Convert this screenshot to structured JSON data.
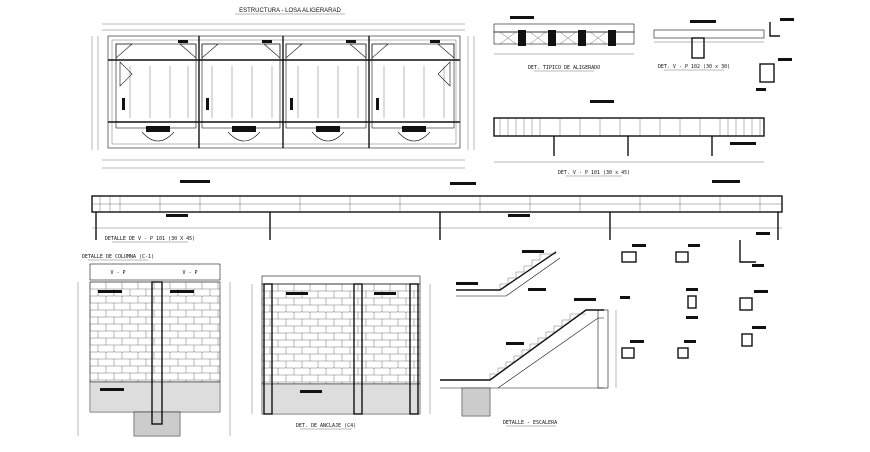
{
  "titles": {
    "plan": "ESTRUCTURA - LOSA ALIGERARAD",
    "joist": "DET. TIPICO DE ALIGERADO",
    "beam_small": "DET. V - P 102 (30 x 30)",
    "beam_mid": "DET. V - P 101 (30 x 45)",
    "beam_long": "DETALLE DE V - P 101 (30 X 45)",
    "column": "DETALLE DE COLUMNA (C-1)",
    "anchor": "DET. DE ANCLAJE (C4)",
    "stair": "DETALLE - ESCALERA"
  },
  "column_tags": [
    "V - P",
    "V - P"
  ]
}
